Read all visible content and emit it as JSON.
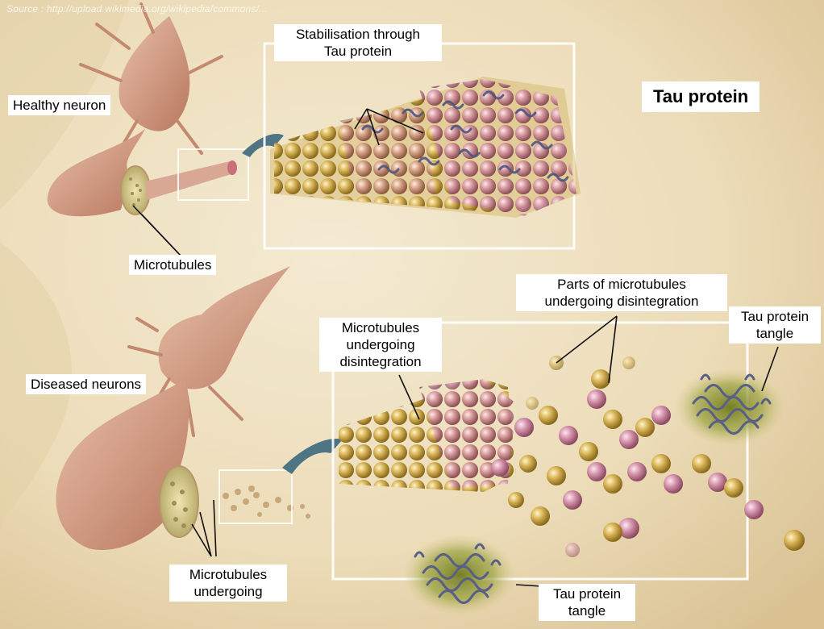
{
  "source_text": "Source : http://upload.wikimedia.org/wikipedia/commons/...",
  "title": "Tau protein",
  "labels": {
    "stabilisation": [
      "Stabilisation through",
      "Tau protein"
    ],
    "healthy_neuron": "Healthy neuron",
    "microtubules": "Microtubules",
    "diseased_neurons": "Diseased neurons",
    "mt_disintegration": [
      "Microtubules",
      "undergoing",
      "disintegration"
    ],
    "parts_disintegration": [
      "Parts of microtubules",
      "undergoing disintegration"
    ],
    "tangle_right": [
      "Tau protein",
      "tangle"
    ],
    "mt_undergoing": [
      "Microtubules",
      "undergoing"
    ],
    "tangle_bottom": [
      "Tau protein",
      "tangle"
    ]
  },
  "colors": {
    "background": "#efe2c4",
    "neuron": "#d9a78f",
    "tubulin_gold": "#c9a747",
    "tubulin_pink": "#cf8fa4",
    "tau": "#5a5f86",
    "tangle_glow": "#7f8a2a",
    "frame": "#ffffff"
  }
}
